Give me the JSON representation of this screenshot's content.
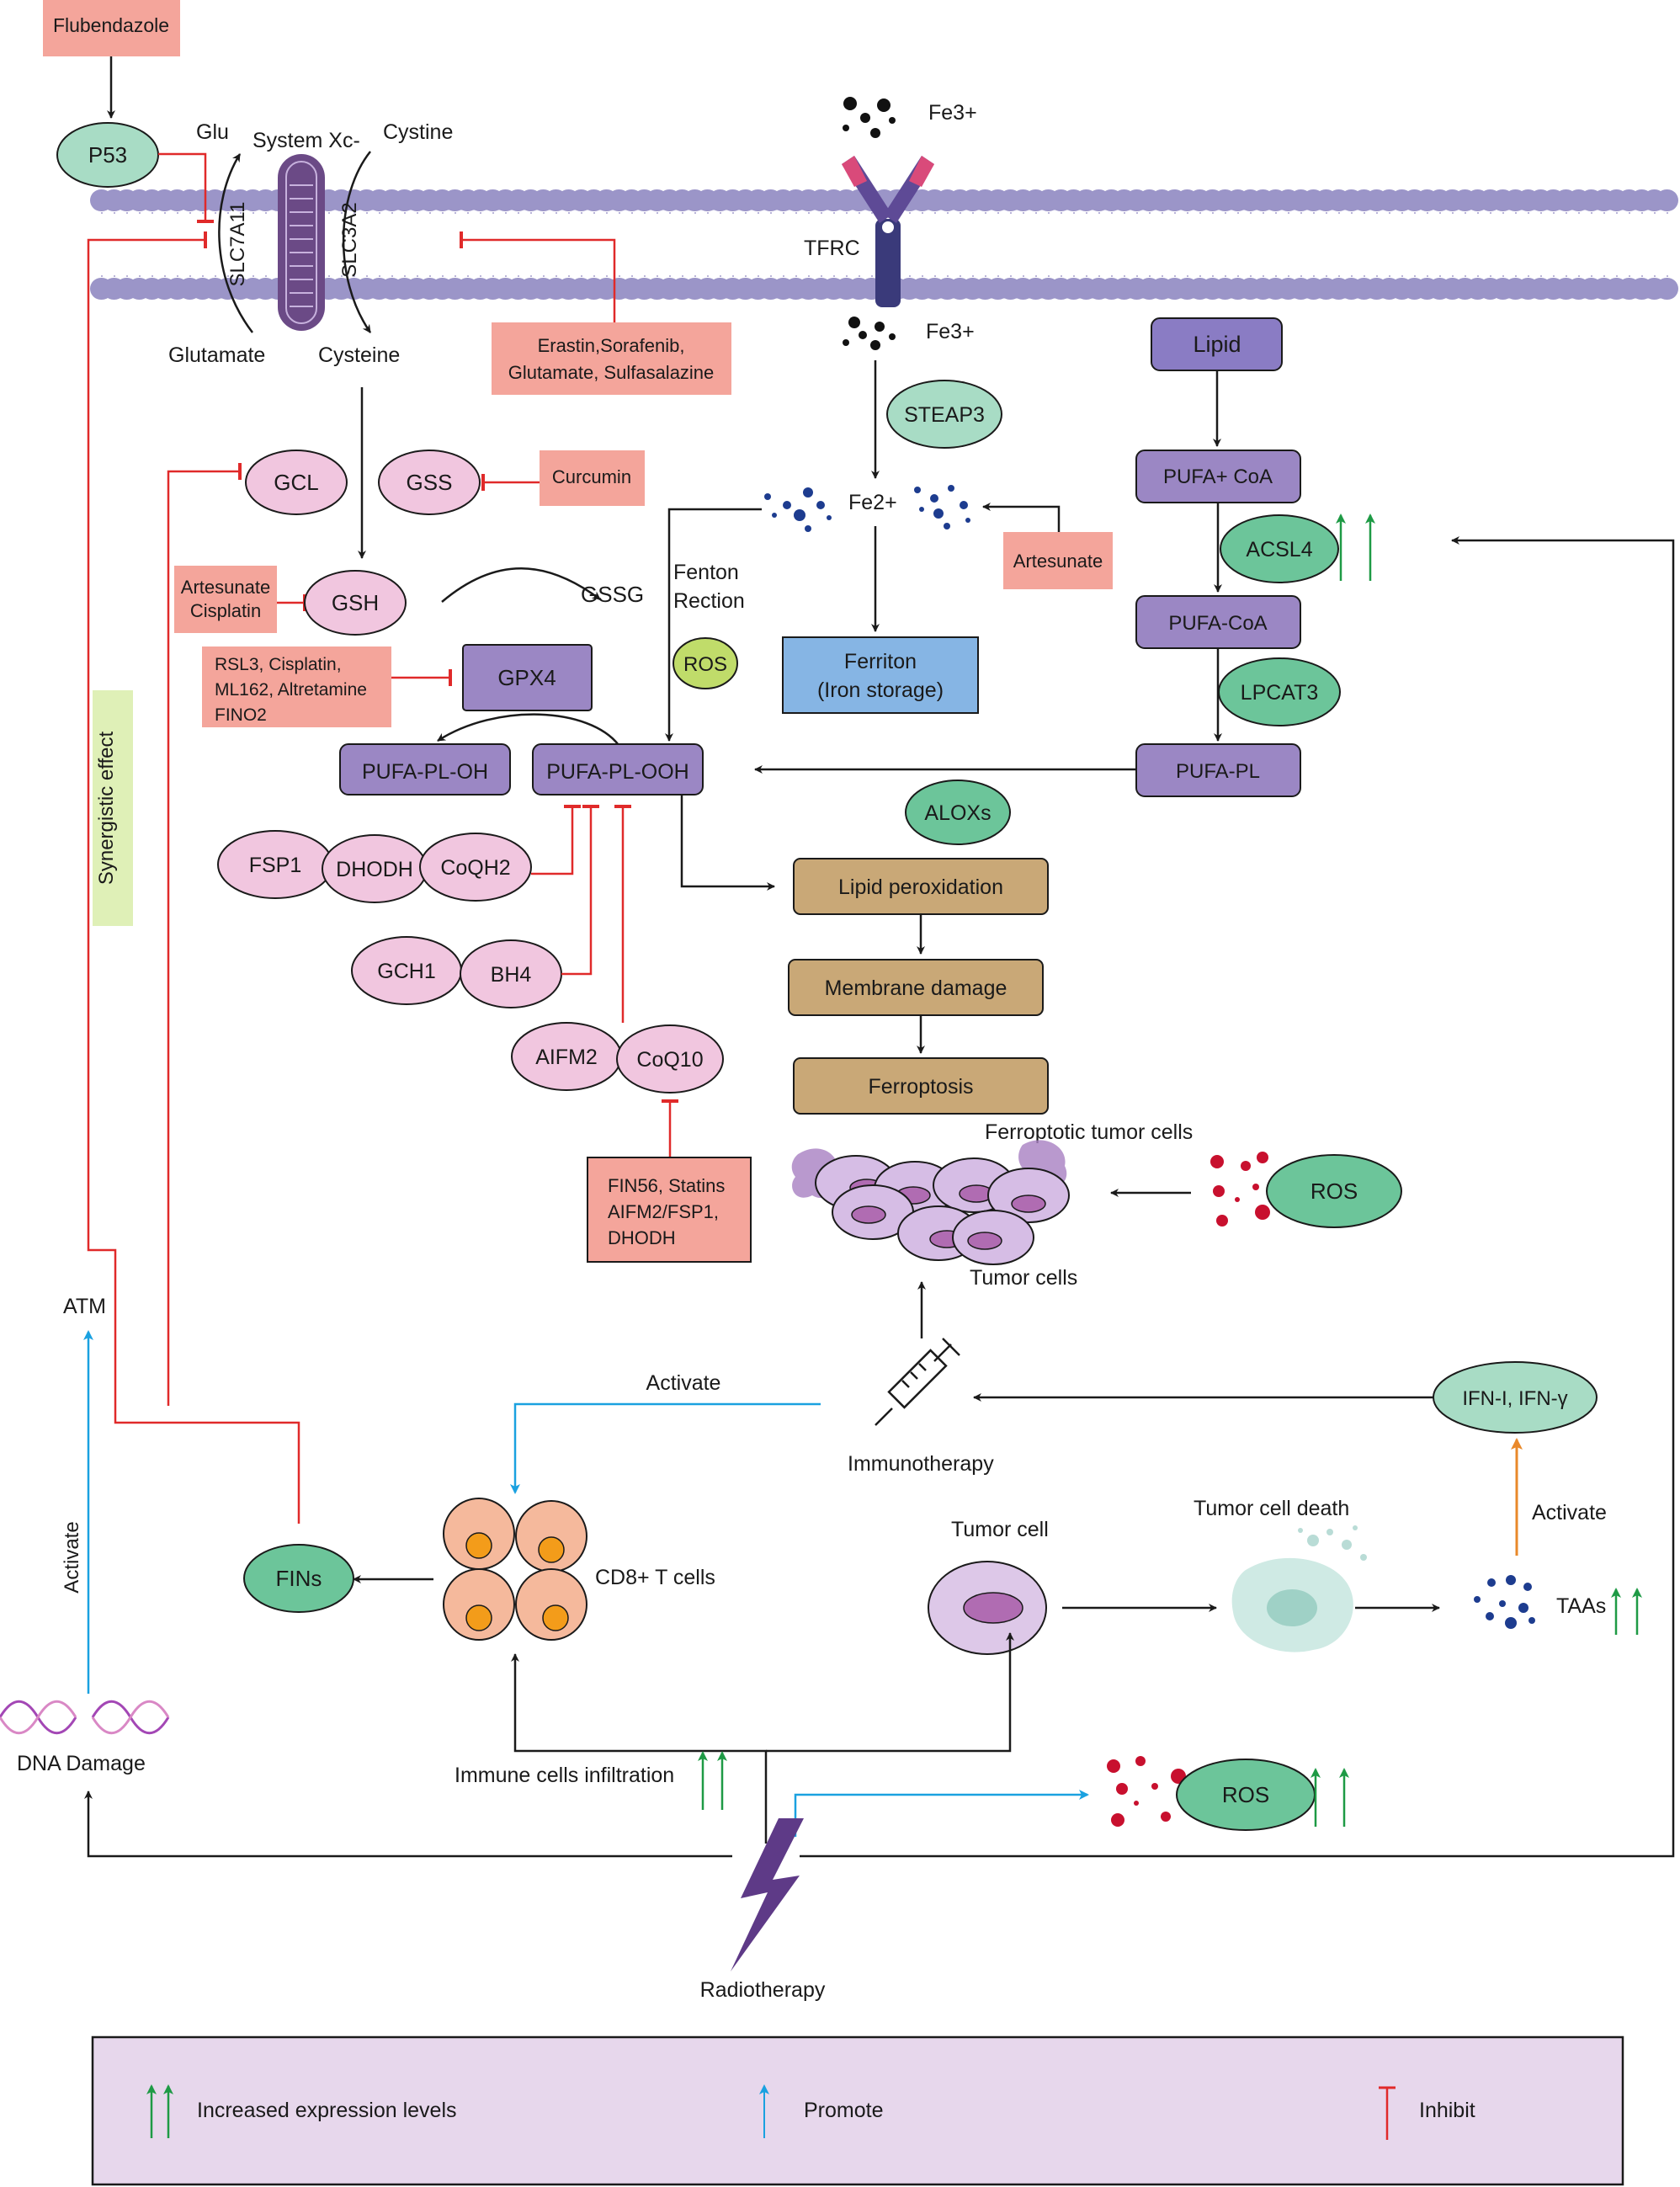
{
  "labels": {
    "flubendazole": "Flubendazole",
    "p53": "P53",
    "glu": "Glu",
    "system_xc": "System Xc-",
    "cystine": "Cystine",
    "slc7a11": "SLC7A11",
    "slc3a2": "SLC3A2",
    "glutamate": "Glutamate",
    "cysteine": "Cysteine",
    "inhibitors_xc": [
      "Erastin,Sorafenib,",
      "Glutamate, Sulfasalazine"
    ],
    "fe3_top": "Fe3+",
    "tfrc": "TFRC",
    "fe3_bottom": "Fe3+",
    "steap3": "STEAP3",
    "fe2": "Fe2+",
    "artesunate_fe": "Artesunate",
    "ferritin": [
      "Ferriton",
      "(Iron storage)"
    ],
    "fenton": [
      "Fenton",
      "Rection"
    ],
    "ros_fenton": "ROS",
    "gcl": "GCL",
    "gss": "GSS",
    "curcumin": "Curcumin",
    "artesunate_gsh": [
      "Artesunate",
      "Cisplatin"
    ],
    "gsh": "GSH",
    "gssg": "GSSG",
    "gpx4_inhibitors": [
      "RSL3, Cisplatin,",
      "ML162, Altretamine",
      "FINO2"
    ],
    "gpx4": "GPX4",
    "pufa_pl_oh": "PUFA-PL-OH",
    "pufa_pl_ooh": "PUFA-PL-OOH",
    "fsp1": "FSP1",
    "dhodh": "DHODH",
    "coqh2": "CoQH2",
    "gch1": "GCH1",
    "bh4": "BH4",
    "aifm2": "AIFM2",
    "coq10": "CoQ10",
    "fin56_box": [
      "FIN56, Statins",
      "AIFM2/FSP1,",
      "DHODH"
    ],
    "lipid": "Lipid",
    "pufa_coa_plus": "PUFA+ CoA",
    "acsl4": "ACSL4",
    "pufa_coa": "PUFA-CoA",
    "lpcat3": "LPCAT3",
    "pufa_pl": "PUFA-PL",
    "aloxs": "ALOXs",
    "lipid_perox": "Lipid peroxidation",
    "membrane_damage": "Membrane damage",
    "ferroptosis": "Ferroptosis",
    "ferroptotic_tumor_cells": "Ferroptotic tumor cells",
    "ros_tumor": "ROS",
    "tumor_cells": "Tumor cells",
    "synergistic": "Synergistic effect",
    "atm": "ATM",
    "activate_left": "Activate",
    "dna_damage": "DNA Damage",
    "fins": "FINs",
    "cd8": "CD8+ T cells",
    "activate_immuno": "Activate",
    "immunotherapy": "Immunotherapy",
    "ifn": "IFN-I, IFN-γ",
    "activate_ifn": "Activate",
    "tumor_cell": "Tumor cell",
    "tumor_cell_death": "Tumor cell death",
    "taas": "TAAs",
    "immune_infiltration": "Immune cells infiltration",
    "ros_radio": "ROS",
    "radiotherapy": "Radiotherapy"
  },
  "legend": {
    "increased": "Increased expression levels",
    "promote": "Promote",
    "inhibit": "Inhibit"
  },
  "colors": {
    "pink_box": "#f4a59b",
    "purple_box": "#9b87c4",
    "green_ellipse": "#6cc59a",
    "pink_ellipse": "#f1c6df",
    "brown_box": "#c9a877",
    "blue_box": "#86b5e4",
    "inhibit": "#e02a2a",
    "promote": "#1aa1e0",
    "increase": "#1e9a45",
    "activate_orange": "#e9892a",
    "legend_bg": "#e7d7ec"
  }
}
